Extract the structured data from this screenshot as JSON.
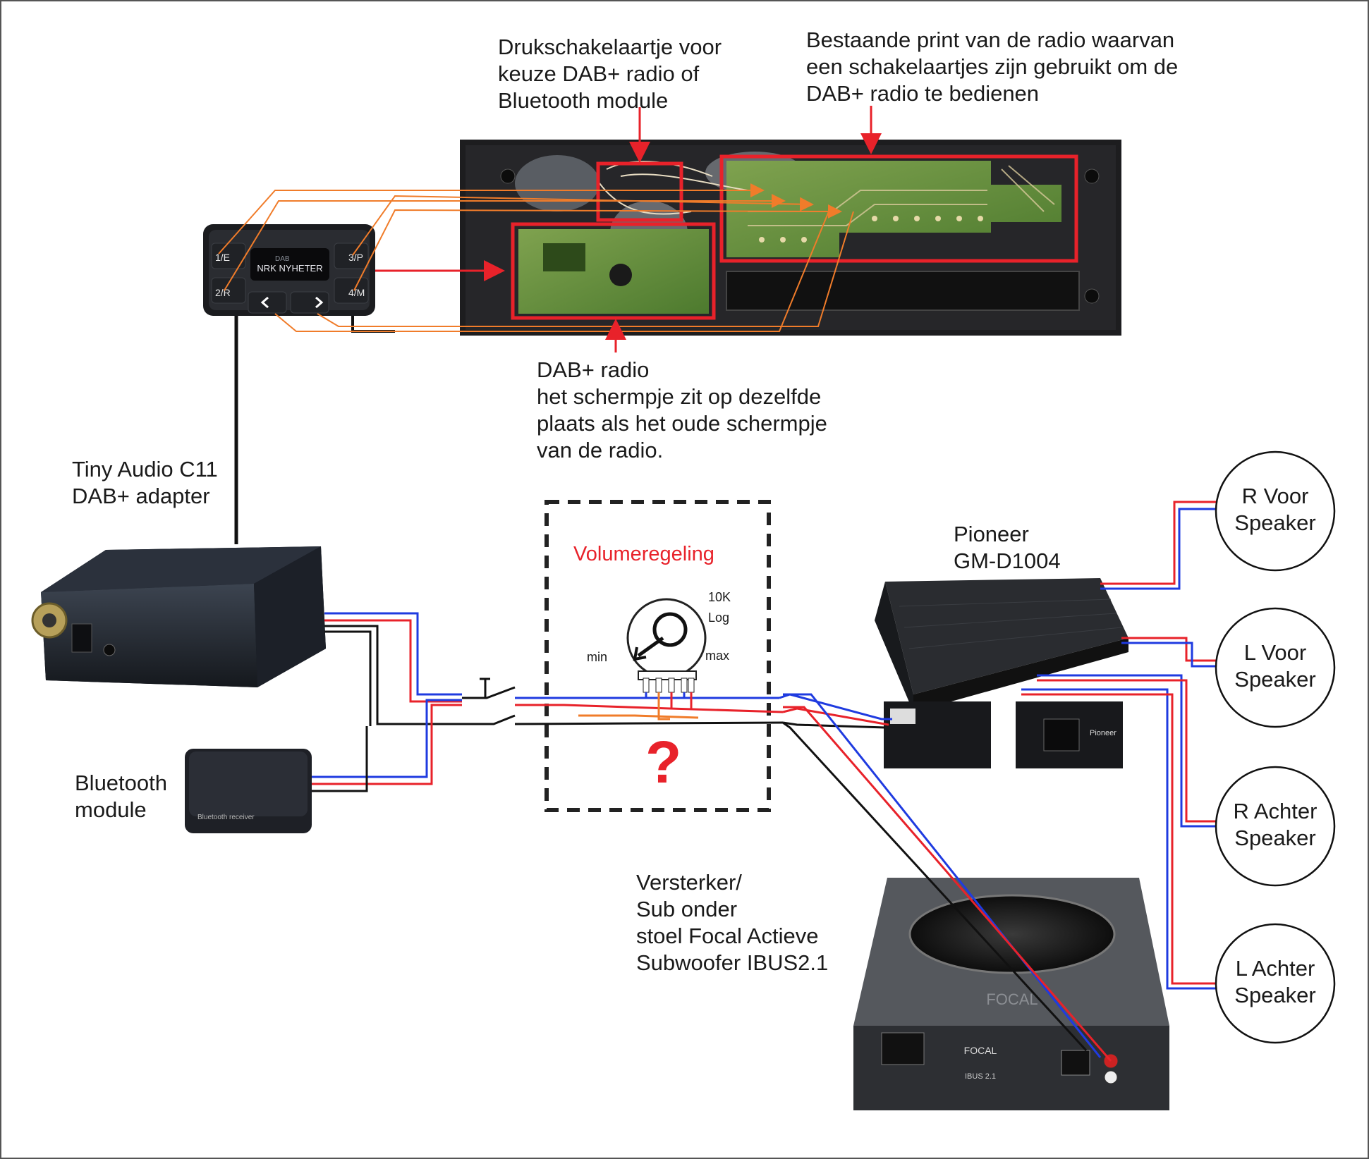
{
  "annotations": {
    "switch_note": [
      "Drukschakelaartje voor",
      "keuze DAB+ radio of",
      "Bluetooth module"
    ],
    "pcb_note": [
      "Bestaande print van de radio waarvan",
      "een schakelaartjes zijn gebruikt om de",
      "DAB+ radio te bedienen"
    ],
    "dab_note": [
      "DAB+ radio",
      "het schermpje zit op dezelfde",
      "plaats als het oude schermpje",
      "van de radio."
    ]
  },
  "devices": {
    "tiny_audio": [
      "Tiny Audio C11",
      "DAB+ adapter"
    ],
    "bluetooth": [
      "Bluetooth",
      "module"
    ],
    "pioneer": [
      "Pioneer",
      "GM-D1004"
    ],
    "sub": [
      "Versterker/",
      "Sub onder",
      "stoel Focal Actieve",
      "Subwoofer IBUS2.1"
    ]
  },
  "control_unit": {
    "btn_1e": "1/E",
    "btn_2r": "2/R",
    "btn_3p": "3/P",
    "btn_4m": "4/M",
    "small_label": "DAB",
    "display_text": "NRK NYHETER"
  },
  "volume": {
    "title": "Volumeregeling",
    "value": "10K",
    "taper": "Log",
    "min_label": "min",
    "max_label": "max",
    "question": "?"
  },
  "speakers": {
    "r_voor": [
      "R Voor",
      "Speaker"
    ],
    "l_voor": [
      "L Voor",
      "Speaker"
    ],
    "r_achter": [
      "R Achter",
      "Speaker"
    ],
    "l_achter": [
      "L Achter",
      "Speaker"
    ]
  },
  "small_print": {
    "bt_box": "Bluetooth receiver",
    "focal_brand": "FOCAL",
    "focal_model": "IBUS 2.1",
    "pioneer_brand": "Pioneer"
  },
  "colors": {
    "accent_red": "#e8222a",
    "wire_blue": "#1f3be0",
    "wire_orange": "#f07c2a",
    "wire_black": "#111111"
  }
}
